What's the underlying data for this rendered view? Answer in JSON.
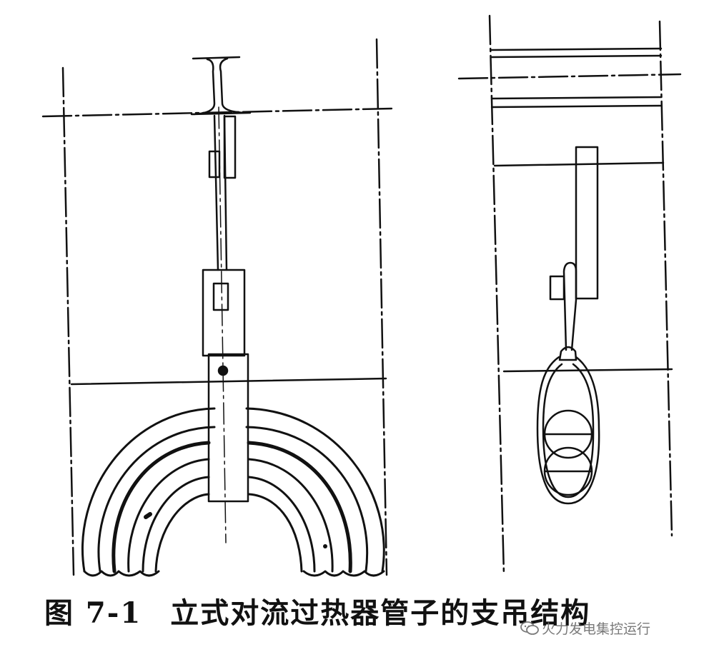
{
  "caption": {
    "figure_number": "图 7-1",
    "title": "立式对流过热器管子的支吊结构"
  },
  "watermark": {
    "text": "火力发电集控运行",
    "icon": "wechat-icon"
  },
  "colors": {
    "line": "#111111",
    "background": "#ffffff",
    "watermark": "#6b6b6b"
  }
}
